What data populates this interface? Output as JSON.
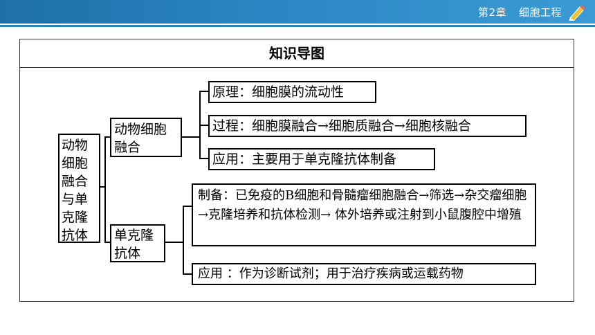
{
  "header": {
    "chapter": "第2章",
    "section": "细胞工程",
    "icon": "pencil-icon"
  },
  "diagram": {
    "title": "知识导图",
    "root": {
      "label": "动物细胞融合与单克隆抗体"
    },
    "branch_fusion": {
      "label": "动物细胞融合",
      "principle": "原理：细胞膜的流动性",
      "process": "过程：细胞膜融合→细胞质融合→细胞核融合",
      "application": "应用：主要用于单克隆抗体制备"
    },
    "branch_antibody": {
      "label": "单克隆抗体",
      "preparation": "制备：已免疫的B细胞和骨髓瘤细胞融合→筛选→杂交瘤细胞→克隆培养和抗体检测→ 体外培养或注射到小鼠腹腔中增殖",
      "application": "应用 ：作为诊断试剂；用于治疗疾病或运载药物"
    }
  }
}
